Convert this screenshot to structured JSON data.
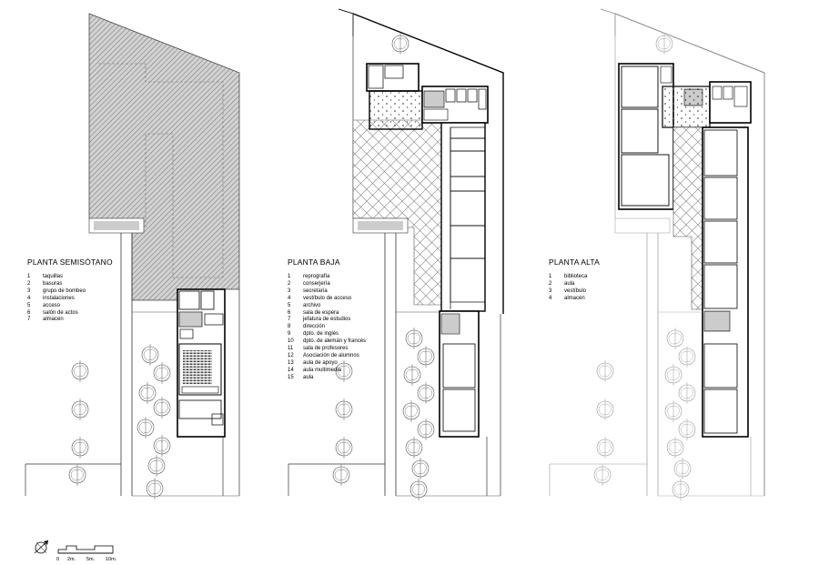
{
  "floors": [
    {
      "title": "PLANTA SEMISÓTANO",
      "rooms": [
        {
          "n": "1",
          "label": "taquillas"
        },
        {
          "n": "2",
          "label": "basuras"
        },
        {
          "n": "3",
          "label": "grupo de bombeo"
        },
        {
          "n": "4",
          "label": "instalaciones"
        },
        {
          "n": "5",
          "label": "acceso"
        },
        {
          "n": "6",
          "label": "salón de actos"
        },
        {
          "n": "7",
          "label": "almacén"
        }
      ]
    },
    {
      "title": "PLANTA BAJA",
      "rooms": [
        {
          "n": "1",
          "label": "reprografía"
        },
        {
          "n": "2",
          "label": "conserjería"
        },
        {
          "n": "3",
          "label": "secretaría"
        },
        {
          "n": "4",
          "label": "vestíbulo de acceso"
        },
        {
          "n": "5",
          "label": "archivo"
        },
        {
          "n": "6",
          "label": "sala de espera"
        },
        {
          "n": "7",
          "label": "jefatura de estudios"
        },
        {
          "n": "8",
          "label": "dirección"
        },
        {
          "n": "9",
          "label": "dpto. de inglés"
        },
        {
          "n": "10",
          "label": "dpto. de alemán y francés"
        },
        {
          "n": "11",
          "label": "sala de profesores"
        },
        {
          "n": "12",
          "label": "Asociación de alumnos"
        },
        {
          "n": "13",
          "label": "aula de apoyo"
        },
        {
          "n": "14",
          "label": "aula multimedia"
        },
        {
          "n": "15",
          "label": "aula"
        }
      ]
    },
    {
      "title": "PLANTA ALTA",
      "rooms": [
        {
          "n": "1",
          "label": "biblioteca"
        },
        {
          "n": "2",
          "label": "aula"
        },
        {
          "n": "3",
          "label": "vestíbulo"
        },
        {
          "n": "4",
          "label": "almacén"
        }
      ]
    }
  ],
  "scale_bar": {
    "ticks": [
      "0",
      "2m.",
      "5m.",
      "10m."
    ]
  }
}
